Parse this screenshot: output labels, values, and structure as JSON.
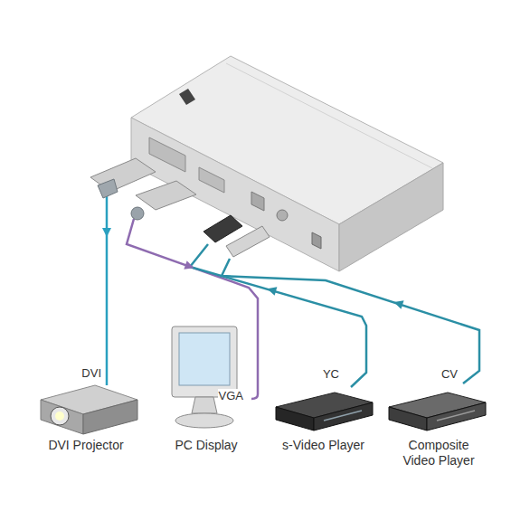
{
  "diagram": {
    "nodes": [
      {
        "text": [
          "DVI Projector"
        ]
      },
      {
        "text": [
          "PC Display"
        ]
      },
      {
        "text": [
          "s-Video Player"
        ]
      },
      {
        "text": [
          "Composite Video Player"
        ]
      }
    ],
    "labels": [
      "DVI",
      "VGA",
      "YC",
      "CV"
    ]
  }
}
